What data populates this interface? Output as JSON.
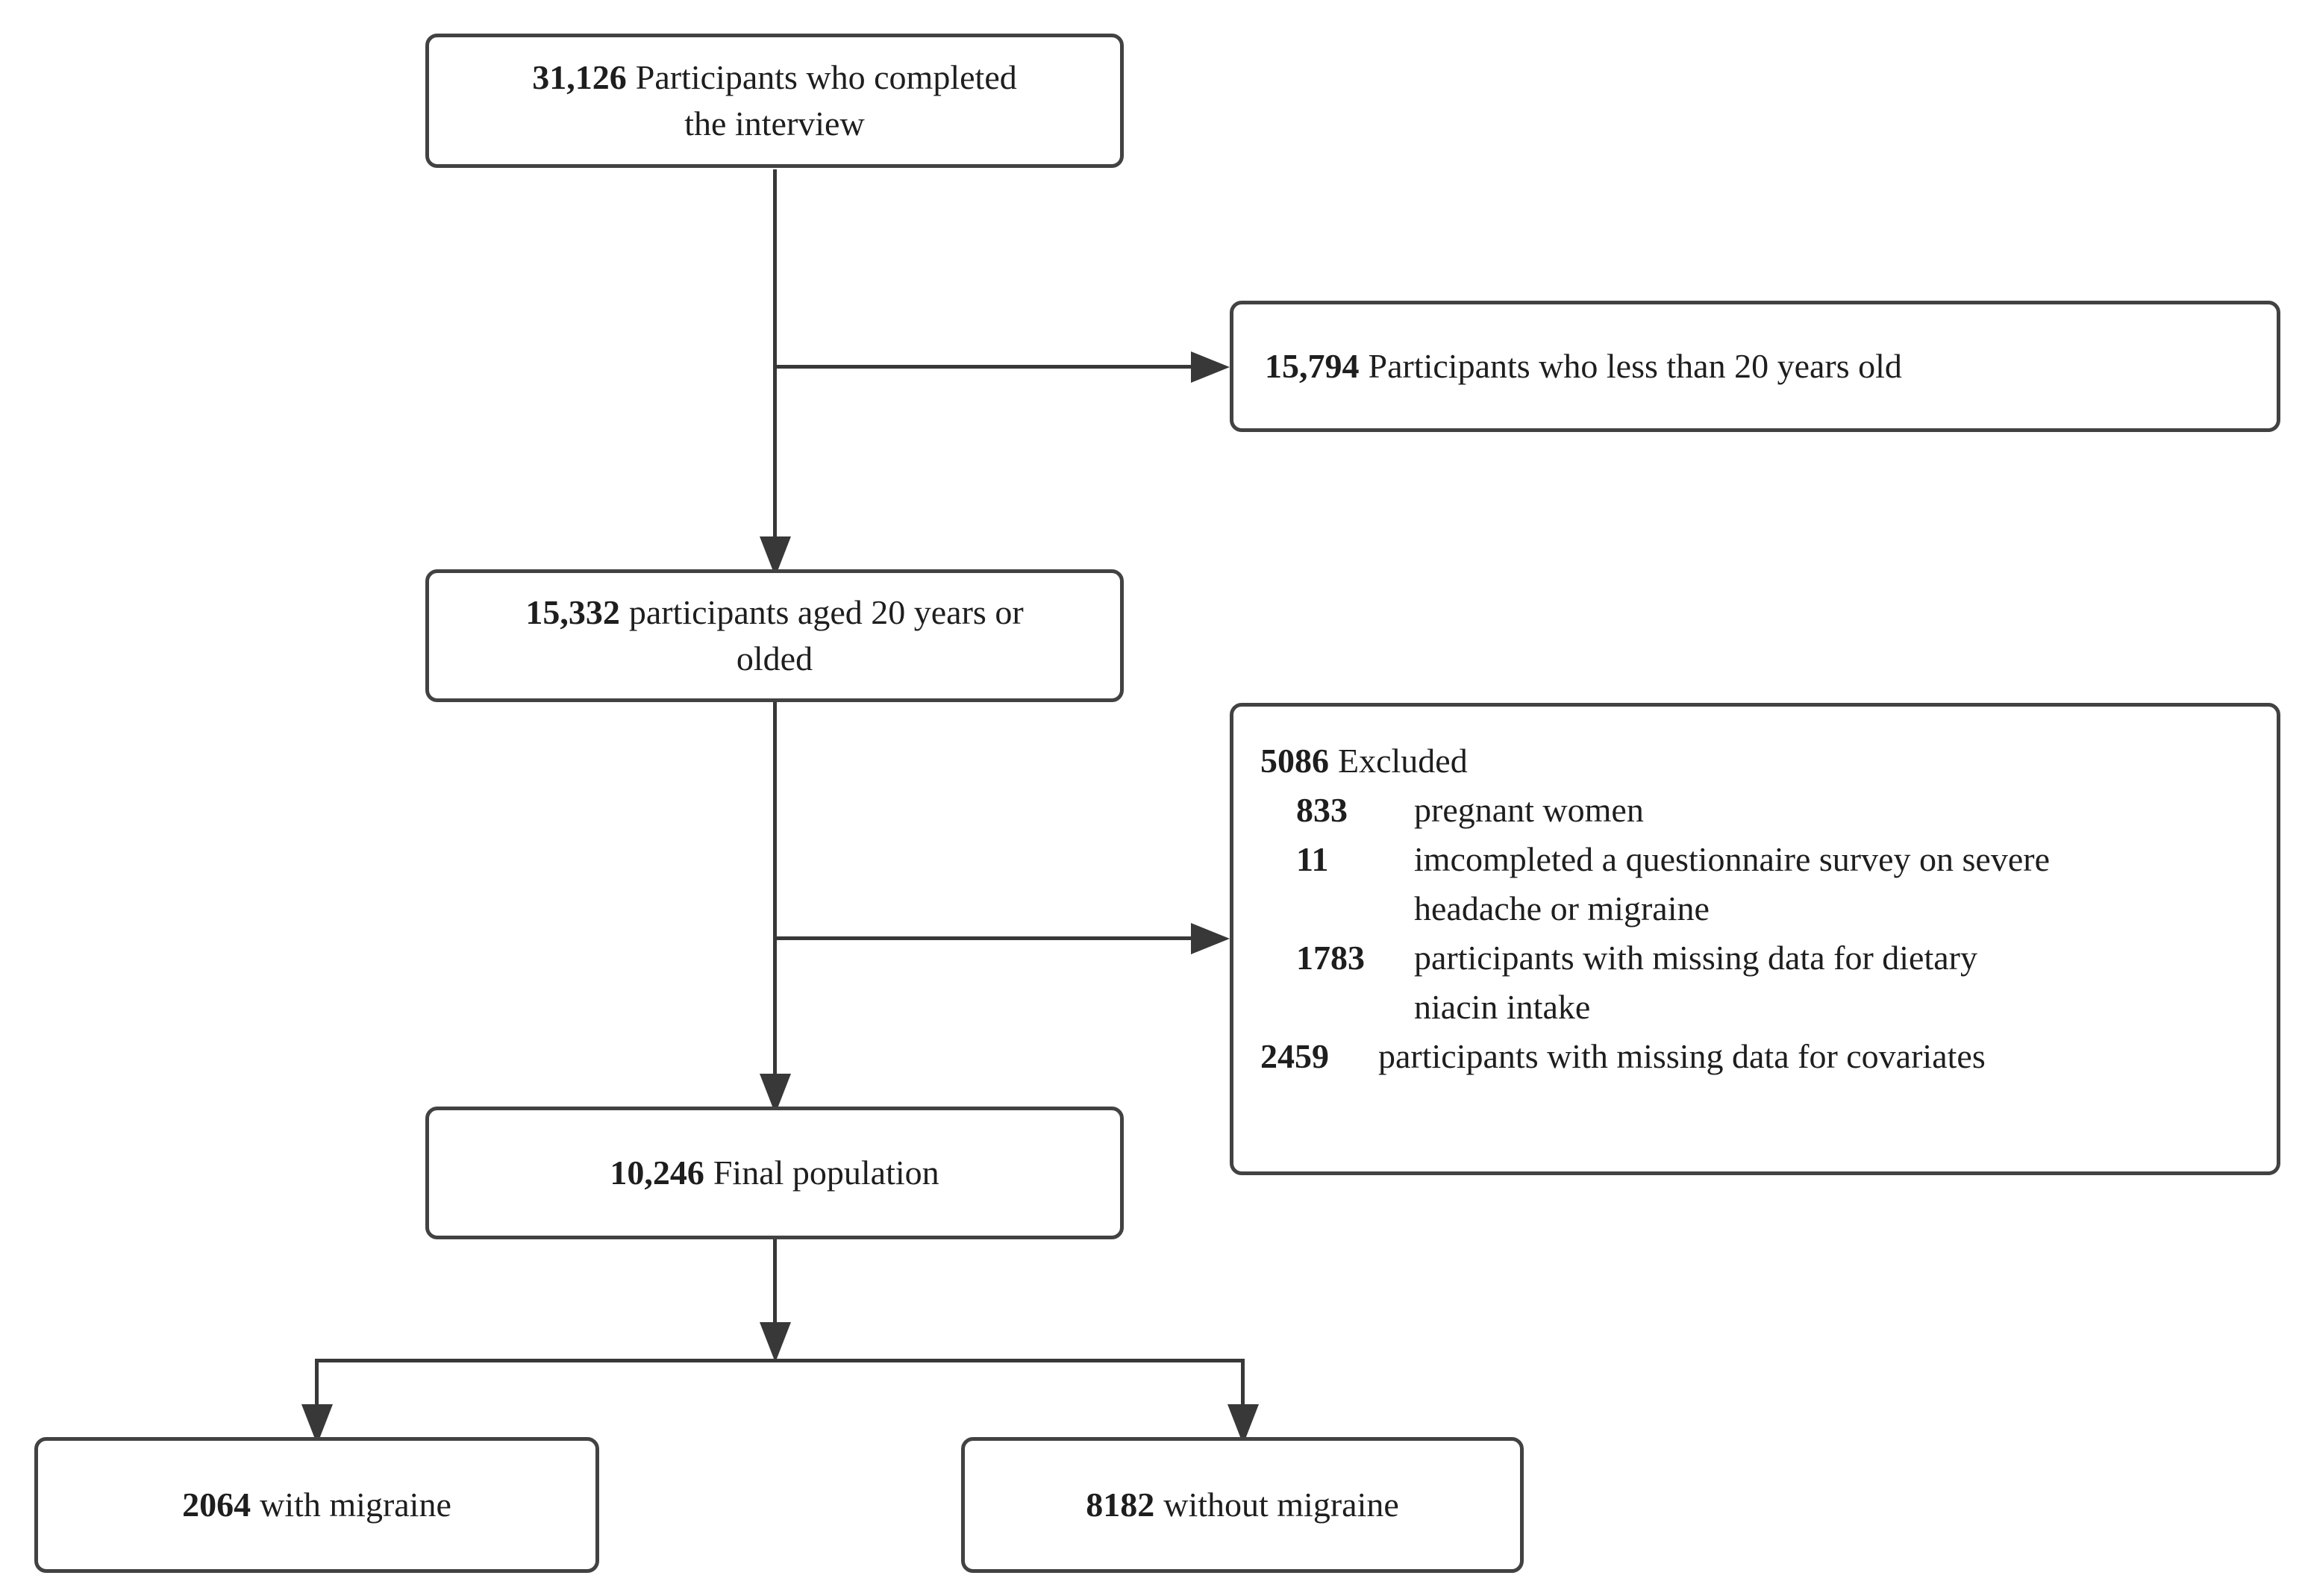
{
  "style": {
    "background": "#ffffff",
    "line_color": "#383838",
    "box_border_color": "#424242",
    "text_color": "#1e1e1e"
  },
  "nodes": {
    "completed": {
      "num": "31,126",
      "line1": "Participants who completed",
      "line2": "the interview"
    },
    "under20": {
      "num": "15,794",
      "label": "Participants who less than 20 years old"
    },
    "aged20": {
      "num": "15,332",
      "line1": "participants aged 20 years or",
      "line2": "olded"
    },
    "excluded": {
      "num": "5086",
      "label": "Excluded",
      "items": [
        {
          "num": "833",
          "lines": [
            "pregnant women"
          ]
        },
        {
          "num": "11",
          "lines": [
            "imcompleted a questionnaire survey on severe",
            "headache or migraine"
          ]
        },
        {
          "num": "1783",
          "lines": [
            "participants with missing data for dietary",
            "niacin intake"
          ]
        },
        {
          "num": "2459",
          "lines": [
            "participants with missing data for covariates"
          ]
        }
      ]
    },
    "final": {
      "num": "10,246",
      "label": "Final population"
    },
    "migraine": {
      "num": "2064",
      "label": "with migraine"
    },
    "no_migraine": {
      "num": "8182",
      "label": "without migraine"
    }
  }
}
